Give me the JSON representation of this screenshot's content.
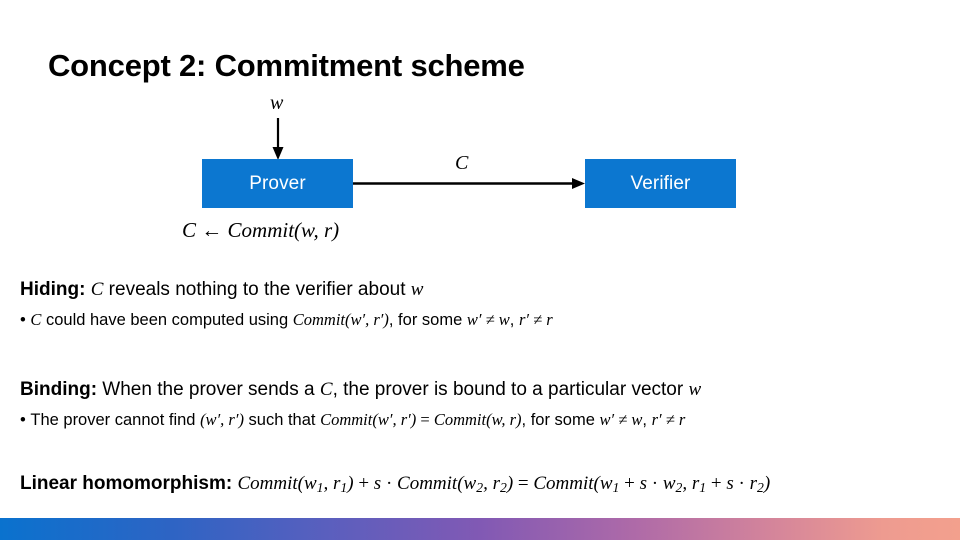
{
  "slide": {
    "title": "Concept 2: Commitment scheme",
    "background_color": "#FFFFFF"
  },
  "diagram": {
    "box_color": "#0C77D0",
    "box_text_color": "#FFFFFF",
    "prover_label": "Prover",
    "verifier_label": "Verifier",
    "input_arrow_label": "w",
    "message_arrow_label": "C",
    "commit_formula": {
      "lhs": "C",
      "arrow": "←",
      "fn": "Commit",
      "args": "(w, r)",
      "full": "C ← Commit(w,r)"
    }
  },
  "properties": {
    "hiding": {
      "lead": "Hiding:",
      "text_1": " reveals nothing to the verifier about ",
      "sym_c": "C",
      "sym_w": "w",
      "bullet": {
        "marker": "•",
        "sym_c": "C",
        "text_1": " could have been computed using ",
        "fn": "Commit",
        "args": "(w′, r′)",
        "text_2": ", for some ",
        "cond_1": "w′ ≠ w",
        "comma": ", ",
        "cond_2": "r′ ≠ r"
      }
    },
    "binding": {
      "lead": "Binding:",
      "text_1": " When the prover sends a ",
      "sym_c": "C",
      "text_2": ", the prover is bound to a particular vector ",
      "sym_w": "w",
      "bullet": {
        "marker": "•",
        "text_1": "The prover cannot find ",
        "pair": "(w′, r′)",
        "text_2": " such that ",
        "fn_left": "Commit",
        "args_left": "(w′, r′)",
        "equals": " = ",
        "fn_right": "Commit",
        "args_right": "(w, r)",
        "text_3": ", for some ",
        "cond_1": "w′ ≠ w",
        "comma": ", ",
        "cond_2": "r′ ≠ r"
      }
    },
    "linear_homomorphism": {
      "lead": "Linear homomorphism:",
      "fn_1": "Commit",
      "args_1_open": "(w",
      "args_1_sub1": "1",
      "args_1_mid": ", r",
      "args_1_sub2": "1",
      "args_1_close": ")",
      "plus": " + ",
      "scalar": "s",
      "dot": " · ",
      "fn_2": "Commit",
      "args_2_open": "(w",
      "args_2_sub1": "2",
      "args_2_mid": ", r",
      "args_2_sub2": "2",
      "args_2_close": ")",
      "equals": " = ",
      "fn_3": "Commit",
      "args_3_open": "(w",
      "args_3_sub1": "1",
      "args_3_a": " + ",
      "args_3_s1": "s",
      "args_3_dot1": " · ",
      "args_3_w2": "w",
      "args_3_sub2": "2",
      "args_3_comma": ", r",
      "args_3_sub3": "1",
      "args_3_b": " + ",
      "args_3_s2": "s",
      "args_3_dot2": " · ",
      "args_3_r2": "r",
      "args_3_sub4": "2",
      "args_3_close": ")"
    }
  },
  "footer": {
    "gradient_start_color": "#0A72CE",
    "gradient_mid_color": "#8159B4",
    "gradient_end_color": "#F3A08D"
  }
}
